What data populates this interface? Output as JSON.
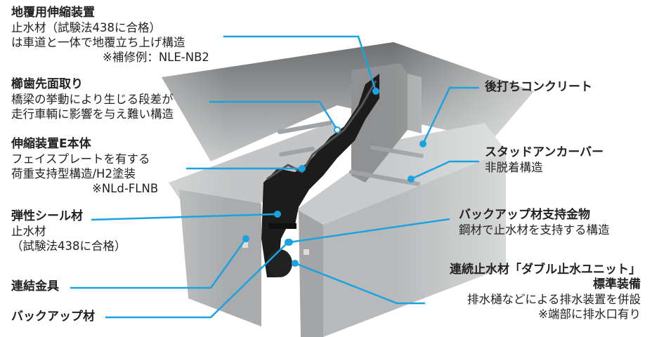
{
  "colors": {
    "leader": "#1aa3e0",
    "concrete": "#b9bbbc",
    "rubber": "#1c1c1c"
  },
  "labels": {
    "jifuku": {
      "title": "地覆用伸縮装置",
      "lines": [
        "止水材（試験法438に合格）",
        "は車道と一体で地覆立ち上げ構造",
        "※補修例：NLE-NB2"
      ]
    },
    "kushiba": {
      "title": "櫛歯先面取り",
      "lines": [
        "橋梁の挙動により生じる段差が",
        "走行車輌に影響を与え難い構造"
      ]
    },
    "honTai": {
      "title": "伸縮装置E本体",
      "lines": [
        "フェイスプレートを有する",
        "荷重支持型構造/H2塗装",
        "※NLd-FLNB"
      ]
    },
    "seal": {
      "title": "弾性シール材",
      "lines": [
        "止水材",
        "（試験法438に合格）"
      ]
    },
    "renketsu": {
      "title": "連結金具"
    },
    "backup": {
      "title": "バックアップ材"
    },
    "atouchi": {
      "title": "後打ちコンクリート"
    },
    "stud": {
      "title": "スタッドアンカーバー",
      "lines": [
        "非脱着構造"
      ]
    },
    "support": {
      "title": "バックアップ材支持金物",
      "lines": [
        "鋼材で止水材を支持する構造"
      ]
    },
    "drain": {
      "title": "連続止水材「ダブル止水ユニット」",
      "title2": "標準装備",
      "lines": [
        "排水樋などによる排水装置を併設",
        "※端部に排水口有り"
      ]
    }
  }
}
